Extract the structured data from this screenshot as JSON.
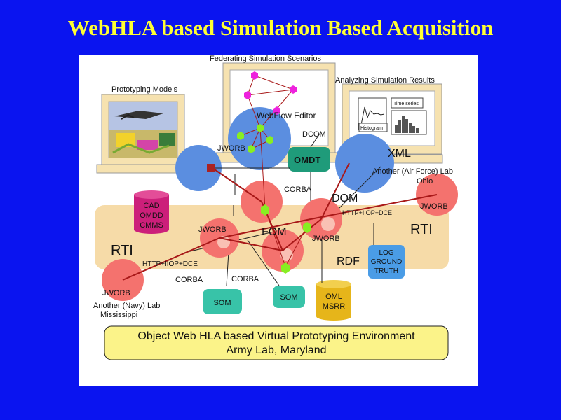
{
  "title": "WebHLA based Simulation Based Acquisition",
  "labels": {
    "federating_scenarios": "Federating Simulation Scenarios",
    "analyzing_results": "Analyzing Simulation Results",
    "prototyping_models": "Prototyping Models",
    "webflow_editor": "WebFlow Editor",
    "dcom": "DCOM",
    "jworb_top": "JWORB",
    "omdt": "OMDT",
    "xml": "XML",
    "air_force_lab": "Another (Air Force) Lab",
    "ohio": "Ohio",
    "jworb_ohio": "JWORB",
    "corba_top": "CORBA",
    "dom": "DOM",
    "http_iiop_dce_right": "HTTP+IIOP+DCE",
    "rti_right": "RTI",
    "cad_stack": [
      "CAD",
      "OMDD",
      "CMMS"
    ],
    "jworb_center_left": "JWORB",
    "fom": "FOM",
    "jworb_center": "JWORB",
    "rti_left": "RTI",
    "http_iiop_dce_left": "HTTP+IIOP+DCE",
    "rdf": "RDF",
    "log_stack": [
      "LOG",
      "GROUND",
      "TRUTH"
    ],
    "jworb_navy": "JWORB",
    "navy_lab": "Another (Navy) Lab",
    "mississippi": "Mississippi",
    "corba_left": "CORBA",
    "corba_center": "CORBA",
    "som_left": "SOM",
    "som_right": "SOM",
    "oml_stack": [
      "OML",
      "MSRR"
    ],
    "chart_time_series": "Time series",
    "chart_histogram": "Histogram"
  },
  "footer": {
    "line1": "Object Web HLA based Virtual Prototyping Environment",
    "line2": "Army Lab, Maryland"
  },
  "colors": {
    "background": "#0a14f0",
    "title": "#ffff33",
    "band": "#f6dba8",
    "server": "#f4726e",
    "globe": "#5b8ee0",
    "monitor": "#f6e2b0",
    "omdt_box": "#1f9b7a",
    "som_box": "#38c3a8",
    "log_box": "#4a9ce6",
    "cad_cylinder": "#cc1f7a",
    "oml_cylinder": "#e6b51a",
    "footer_box": "#fbf389",
    "link_line": "#a81818",
    "node_green": "#88ee22",
    "node_magenta": "#ee22dd"
  }
}
